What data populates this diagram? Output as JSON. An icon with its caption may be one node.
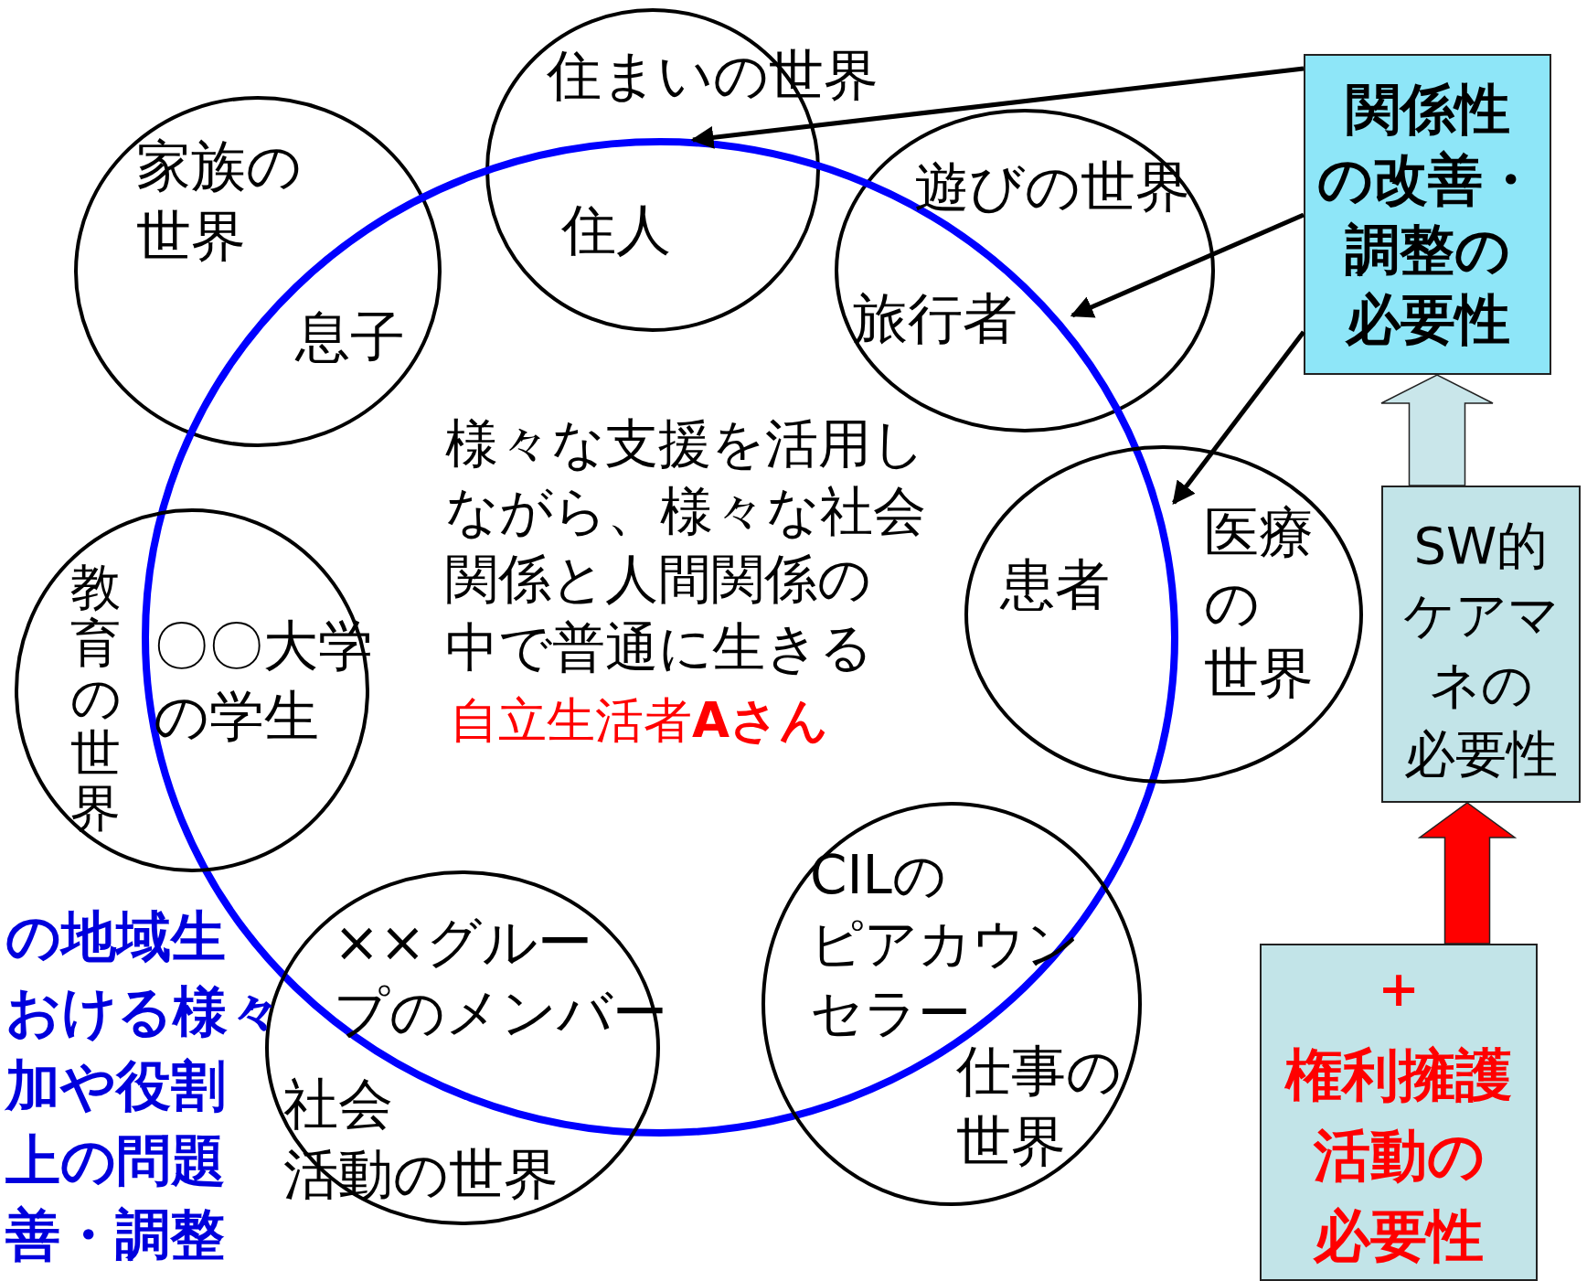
{
  "diagram": {
    "nodes": [
      {
        "text": [
          "住まいの世界",
          "住人"
        ]
      },
      {
        "text": [
          "家族の世界",
          "息子"
        ]
      },
      {
        "text": [
          "遊びの世界",
          "旅行者"
        ]
      },
      {
        "text": [
          "関係性の改善・調整の必要性"
        ]
      },
      {
        "text": [
          "様々な支援を活用しながら、様々な社会関係と人間関係の中で普通に生きる",
          "自立生活者**Aさん**"
        ]
      },
      {
        "text": [
          "患者",
          "医療の世界"
        ]
      },
      {
        "text": [
          "教育の世界",
          "〇〇大学の学生"
        ]
      },
      {
        "text": [
          "SW的ケアマネの必要性"
        ]
      },
      {
        "text": [
          "××グループのメンバー",
          "社会活動の世界"
        ]
      },
      {
        "text": [
          "CILのピアカウンセラー",
          "仕事の世界"
        ]
      },
      {
        "text": [
          "＋",
          "権利擁護活動の必要性"
        ]
      }
    ],
    "edges": [
      {
        "from": 3,
        "to": 0,
        "arrow": "to"
      },
      {
        "from": 3,
        "to": 2,
        "arrow": "to"
      },
      {
        "from": 3,
        "to": 5,
        "arrow": "to"
      },
      {
        "from": 7,
        "to": 3,
        "arrow": "to",
        "style": "thick",
        "color": "#c9e6ea"
      },
      {
        "from": 10,
        "to": 7,
        "arrow": "to",
        "style": "thick",
        "color": "#ff0000"
      }
    ],
    "labels": [
      "の地域生おける様々加や役割上の問題善・調整"
    ]
  }
}
